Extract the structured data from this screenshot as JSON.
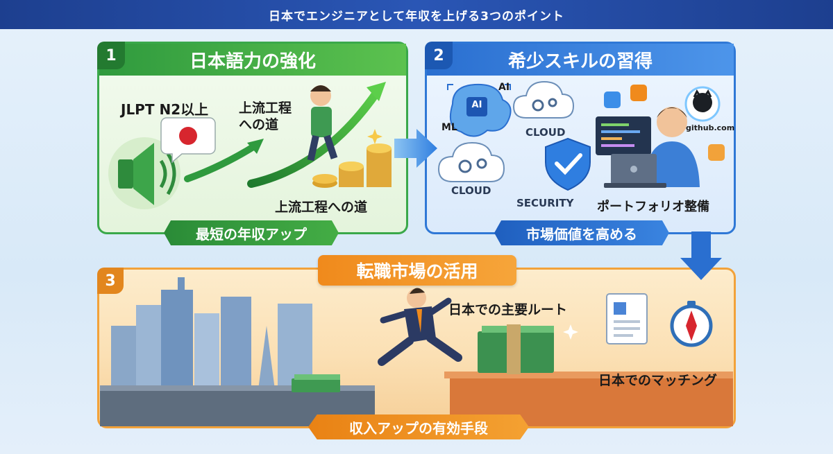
{
  "banner_title": "日本でエンジニアとして年収を上げる3つのポイント",
  "panel1": {
    "number": "1",
    "title": "日本語力の強化",
    "jlpt_label": "JLPT N2以上",
    "path_label_top": "上流工程\nへの道",
    "path_label_bottom": "上流工程への道",
    "ribbon": "最短の年収アップ"
  },
  "panel2": {
    "number": "2",
    "title": "希少スキルの習得",
    "ai_label": "AI",
    "ai_chip": "AI",
    "ml_label": "ML",
    "cloud_label_1": "CLOUD",
    "cloud_label_2": "CLOUD",
    "security_label": "SECURITY",
    "github_label": "github.com",
    "portfolio_label": "ポートフォリオ整備",
    "ribbon": "市場価値を高める"
  },
  "panel3": {
    "number": "3",
    "title": "転職市場の活用",
    "route_label": "日本での主要ルート",
    "matching_label": "日本でのマッチング",
    "ribbon": "収入アップの有効手段"
  },
  "icons": [
    "speaker-icon",
    "japan-flag-icon",
    "growth-arrow-icon",
    "coin-stack-icon",
    "brain-ai-icon",
    "cloud-gear-icon",
    "shield-check-icon",
    "laptop-icon",
    "github-icon",
    "city-skyline-icon",
    "money-stack-icon",
    "resume-icon",
    "compass-icon"
  ],
  "colors": {
    "banner": "#1d3f8f",
    "panel1_accent": "#3aa84a",
    "panel2_accent": "#2f78d6",
    "panel3_accent": "#f2a23a"
  }
}
